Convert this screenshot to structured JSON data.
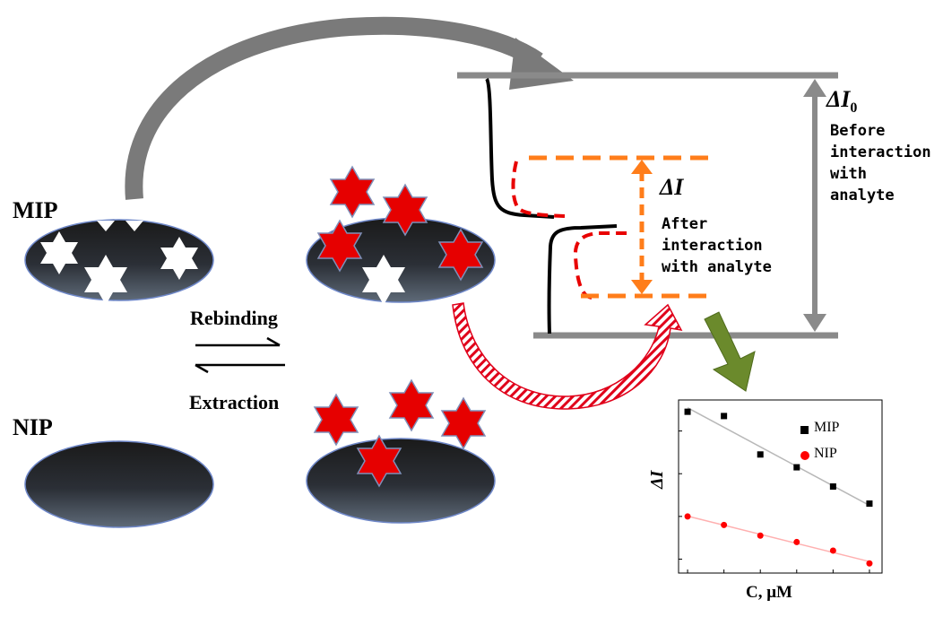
{
  "labels": {
    "mip": "MIP",
    "nip": "NIP",
    "rebinding": "Rebinding",
    "extraction": "Extraction",
    "delta_i0": "ΔI",
    "delta_i0_sub": "0",
    "before_l1": "Before",
    "before_l2": "interaction",
    "before_l3": "with",
    "before_l4": "analyte",
    "delta_i": "ΔI",
    "after_l1": "After",
    "after_l2": "interaction",
    "after_l3": "with analyte"
  },
  "colors": {
    "ellipse_dark": "#1a1a1a",
    "ellipse_light": "#5e6a78",
    "star_red": "#e60000",
    "star_outline": "#7f8fb8",
    "orange": "#ff7d1a",
    "grey": "#8a8a8a",
    "green_arrow": "#6b8a2c",
    "mip_series": "#000000",
    "nip_series": "#ff0000"
  },
  "chart_data": {
    "type": "scatter",
    "xlabel": "C, μM",
    "ylabel": "ΔI",
    "series": [
      {
        "name": "MIP",
        "x": [
          0,
          1,
          2,
          3,
          4,
          5
        ],
        "y": [
          8.9,
          8.7,
          6.9,
          6.3,
          5.4,
          4.6
        ]
      },
      {
        "name": "NIP",
        "x": [
          0,
          1,
          2,
          3,
          4,
          5
        ],
        "y": [
          4.0,
          3.6,
          3.1,
          2.8,
          2.4,
          1.8
        ]
      }
    ],
    "xlim": [
      -0.1,
      5.1
    ],
    "ylim": [
      1.6,
      9.2
    ],
    "legend_position": "top-right",
    "grid": false
  }
}
